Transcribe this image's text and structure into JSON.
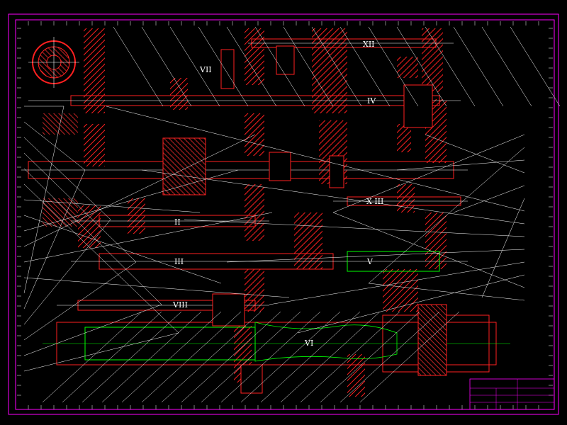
{
  "drawing": {
    "type": "CAD assembly drawing (spindle box / gearbox unfolded section)",
    "background": "#000000",
    "colors": {
      "frame": "#ff00ff",
      "section": "#ff1a1a",
      "centerline_main": "#ffffff",
      "centerline_alt": "#00ff00",
      "leader": "#ffffff",
      "text": "#ffff00",
      "hatch": "#ff2020"
    }
  },
  "shafts": [
    {
      "id": "shaft-xii",
      "label": "XII"
    },
    {
      "id": "shaft-vii-top",
      "label": "VII"
    },
    {
      "id": "shaft-iv",
      "label": "IV"
    },
    {
      "id": "shaft-xiii",
      "label": "X III"
    },
    {
      "id": "shaft-ii",
      "label": "II"
    },
    {
      "id": "shaft-iii",
      "label": "III"
    },
    {
      "id": "shaft-v",
      "label": "V"
    },
    {
      "id": "shaft-viii",
      "label": "VIII"
    },
    {
      "id": "shaft-vi",
      "label": "VI"
    }
  ],
  "title_block": {
    "title": "",
    "subtitle": ""
  }
}
